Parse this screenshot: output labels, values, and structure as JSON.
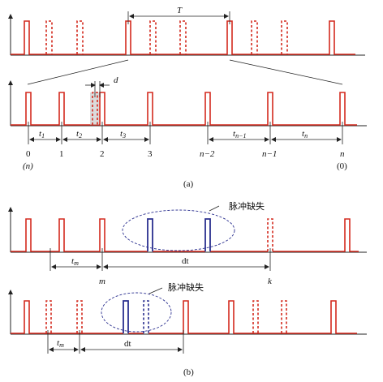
{
  "labels": {
    "period": "T",
    "width": "d",
    "t1": "t",
    "t1_sub": "1",
    "t2": "t",
    "t2_sub": "2",
    "t3": "t",
    "t3_sub": "3",
    "tn1": "t",
    "tn1_sub": "n−1",
    "tn": "t",
    "tn_sub": "n",
    "idx0": "0",
    "idx1": "1",
    "idx2": "2",
    "idx3": "3",
    "idxn2": "n−2",
    "idxn1": "n−1",
    "idxn": "n",
    "paren_n": "(n)",
    "paren_0": "(0)",
    "caption_a": "(a)",
    "missing1": "脉冲缺失",
    "tm1": "t",
    "tm1_sub": "m",
    "dt1": "dt",
    "m": "m",
    "k": "k",
    "missing2": "脉冲缺失",
    "tm2": "t",
    "tm2_sub": "m",
    "dt2": "dt",
    "caption_b": "(b)"
  },
  "colors": {
    "pulse": "#d42a1e",
    "missing_pulse": "#2a2f8f",
    "axis": "#222222"
  }
}
